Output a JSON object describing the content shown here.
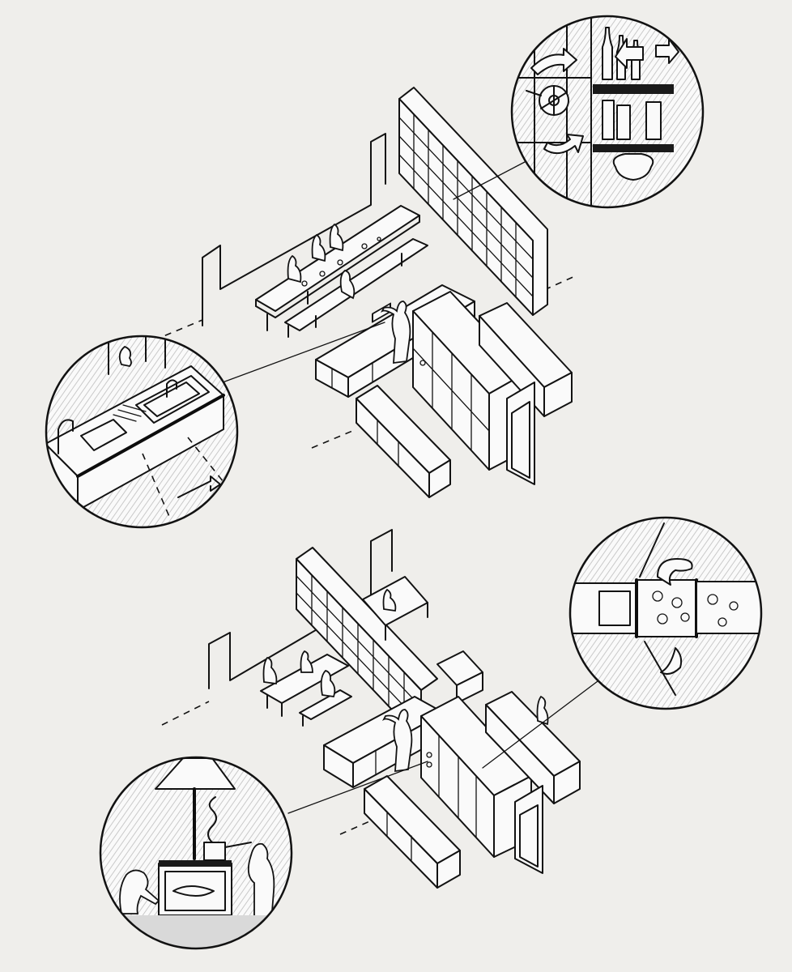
{
  "colors": {
    "background": "#efeeeb",
    "ink": "#121212",
    "paper": "#fafafa",
    "hatch": "#d2d2d2"
  },
  "scenes": [
    {
      "id": "upper",
      "elements": [
        "bookshelf-wall",
        "dining-table",
        "seated-figures",
        "standing-figure",
        "kitchen-island",
        "cabinet-blocks",
        "door"
      ],
      "callouts": [
        "bookshelf-detail",
        "sink-detail"
      ]
    },
    {
      "id": "lower",
      "elements": [
        "bookshelf-wall",
        "dining-table",
        "seated-figures",
        "standing-figures",
        "kitchen-counter",
        "cabinet-blocks",
        "door"
      ],
      "callouts": [
        "partition-detail",
        "cooking-detail"
      ]
    }
  ],
  "icons": [
    "arrow-icon",
    "wheel-icon",
    "bottle-icon",
    "vase-icon",
    "faucet-icon",
    "hood-icon",
    "steam-icon",
    "person-icon"
  ]
}
